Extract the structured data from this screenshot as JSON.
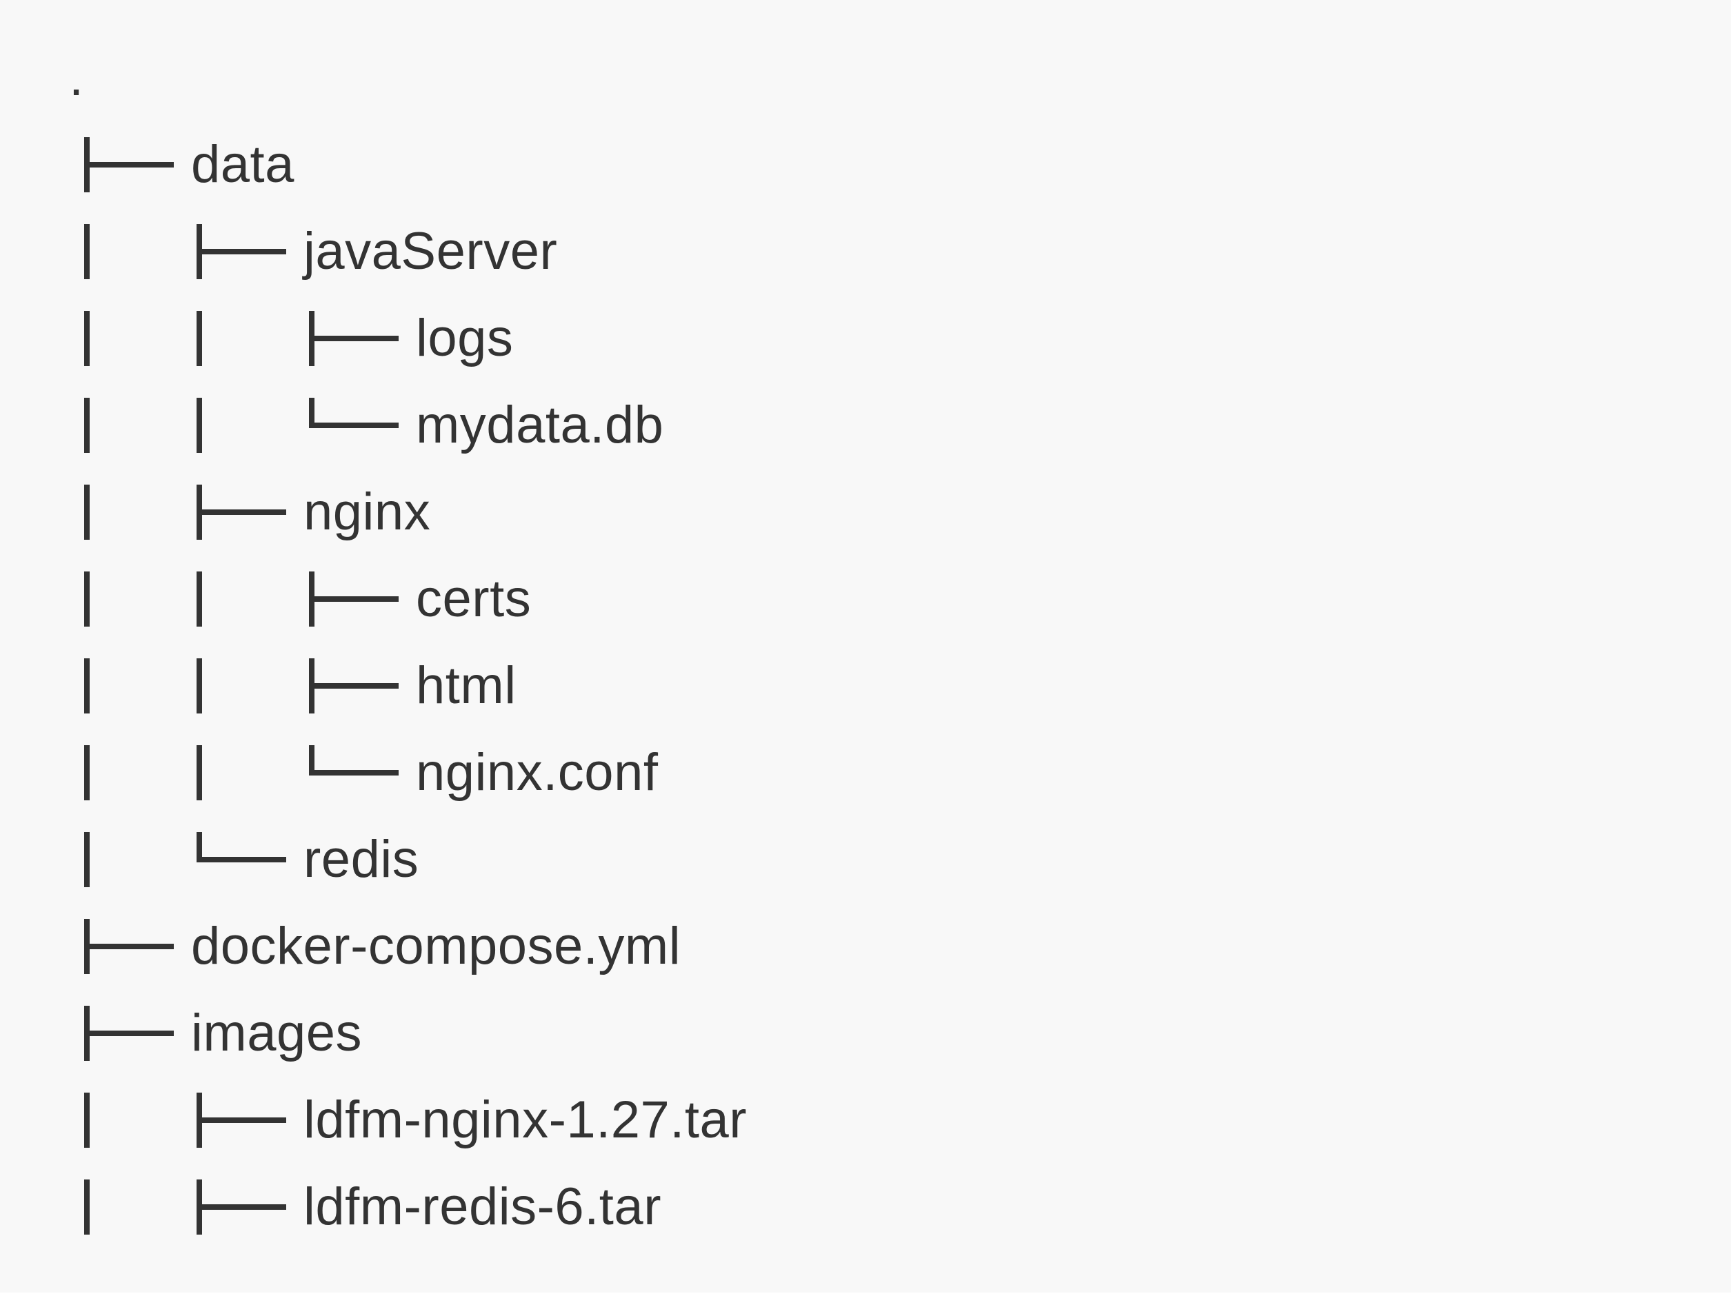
{
  "colors": {
    "bg": "#f8f8f8",
    "text": "#333333",
    "line": "#333333",
    "strip": "#ffffff"
  },
  "tree": {
    "root_label": ".",
    "rows": [
      {
        "prefix": [
          "branch"
        ],
        "label": "data"
      },
      {
        "prefix": [
          "pipe",
          "branch"
        ],
        "label": "javaServer"
      },
      {
        "prefix": [
          "pipe",
          "pipe",
          "branch"
        ],
        "label": "logs"
      },
      {
        "prefix": [
          "pipe",
          "pipe",
          "last"
        ],
        "label": "mydata.db"
      },
      {
        "prefix": [
          "pipe",
          "branch"
        ],
        "label": "nginx"
      },
      {
        "prefix": [
          "pipe",
          "pipe",
          "branch"
        ],
        "label": "certs"
      },
      {
        "prefix": [
          "pipe",
          "pipe",
          "branch"
        ],
        "label": "html"
      },
      {
        "prefix": [
          "pipe",
          "pipe",
          "last"
        ],
        "label": "nginx.conf"
      },
      {
        "prefix": [
          "pipe",
          "last"
        ],
        "label": "redis"
      },
      {
        "prefix": [
          "branch"
        ],
        "label": "docker-compose.yml"
      },
      {
        "prefix": [
          "branch"
        ],
        "label": "images"
      },
      {
        "prefix": [
          "pipe",
          "branch"
        ],
        "label": "ldfm-nginx-1.27.tar"
      },
      {
        "prefix": [
          "pipe",
          "branch"
        ],
        "label": "ldfm-redis-6.tar"
      }
    ]
  }
}
